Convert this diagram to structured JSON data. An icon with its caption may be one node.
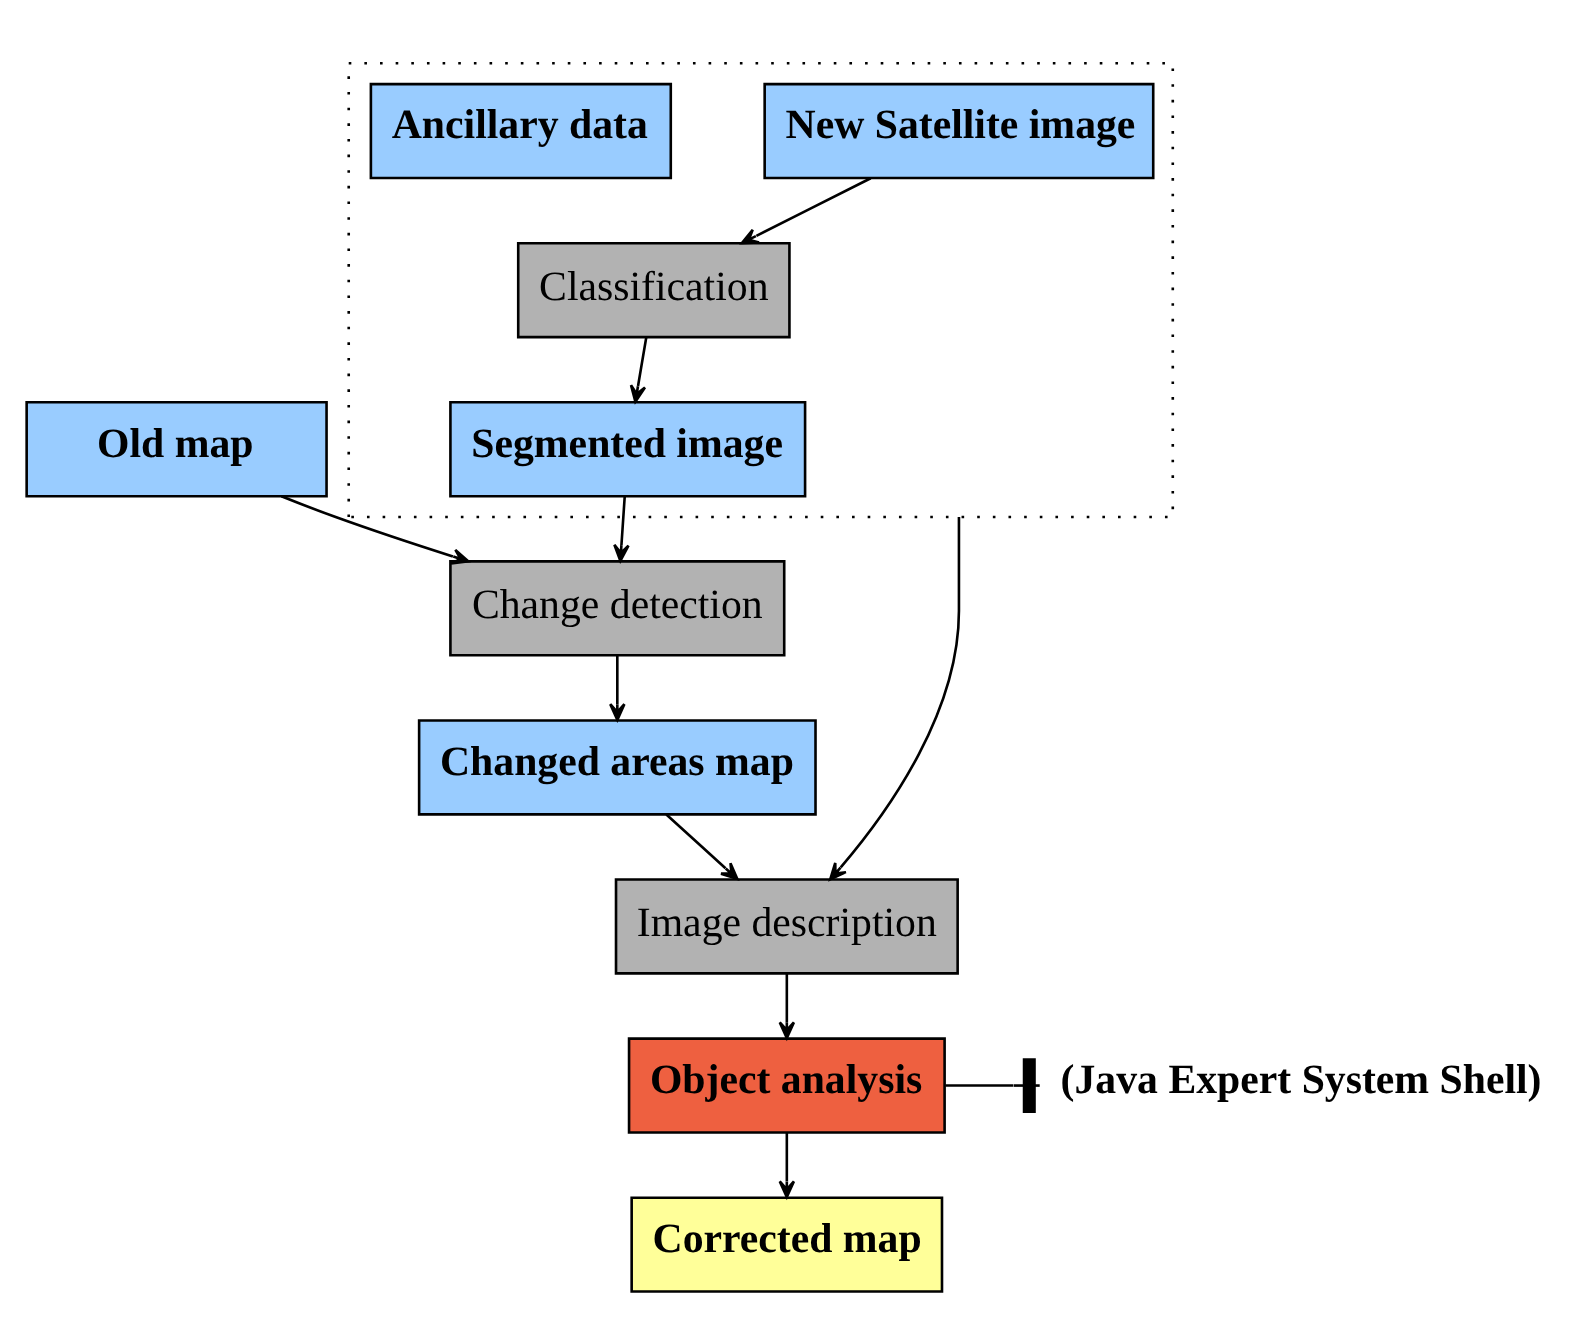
{
  "diagram": {
    "nodes": [
      {
        "text": [
          "Old map"
        ]
      },
      {
        "text": [],
        "shape": "box"
      },
      {
        "text": [
          "New Satellite image"
        ],
        "in": 1
      },
      {
        "text": [
          "Classification"
        ],
        "in": 1
      },
      {
        "text": [
          "Segmented image"
        ],
        "in": 1
      },
      {
        "text": [
          "Ancillary data"
        ],
        "in": 1
      },
      {
        "text": [
          "Change detection"
        ]
      },
      {
        "text": [
          "Changed areas map"
        ]
      },
      {
        "text": [
          "Image description"
        ]
      },
      {
        "text": [
          "Object analysis"
        ]
      },
      {
        "text": [
          "(Java Expert System Shell)"
        ]
      },
      {
        "text": [
          "Corrected map"
        ]
      }
    ],
    "edges": [
      {
        "from": 2,
        "to": 3,
        "arrow": "to"
      },
      {
        "from": 3,
        "to": 4,
        "arrow": "to"
      },
      {
        "from": 0,
        "to": 6,
        "arrow": "to"
      },
      {
        "from": 4,
        "to": 6,
        "arrow": "to"
      },
      {
        "from": 1,
        "to": 8,
        "arrow": "to"
      },
      {
        "from": 6,
        "to": 7,
        "arrow": "to"
      },
      {
        "from": 7,
        "to": 8,
        "arrow": "to"
      },
      {
        "from": 8,
        "to": 9,
        "arrow": "to"
      },
      {
        "from": 9,
        "to": 10,
        "arrow": "other"
      },
      {
        "from": 9,
        "to": 11,
        "arrow": "to"
      }
    ]
  }
}
